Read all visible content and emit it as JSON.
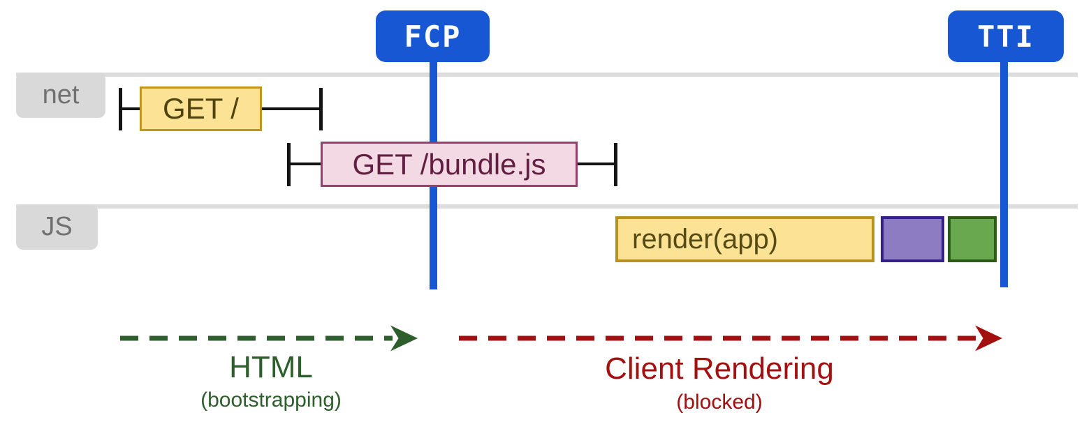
{
  "markers": {
    "fcp": {
      "label": "FCP",
      "color": "#1757d4"
    },
    "tti": {
      "label": "TTI",
      "color": "#1757d4"
    }
  },
  "tracks": {
    "net": {
      "label": "net"
    },
    "js": {
      "label": "JS"
    }
  },
  "network_requests": {
    "get_root": {
      "label": "GET /",
      "fill": "#fce294",
      "border": "#c2961d"
    },
    "get_bundle": {
      "label": "GET /bundle.js",
      "fill": "#f2d9e3",
      "border": "#97406c"
    }
  },
  "js_tasks": {
    "render_app": {
      "label": "render(app)",
      "fill": "#fce294",
      "border": "#b9921d"
    },
    "task_2": {
      "label": "",
      "fill": "#8e7cc3",
      "border": "#33208a"
    },
    "task_3": {
      "label": "",
      "fill": "#69a84f",
      "border": "#2a5c16"
    }
  },
  "phases": {
    "html": {
      "label": "HTML",
      "sublabel": "(bootstrapping)",
      "color": "#2d5e2b"
    },
    "client_rendering": {
      "label": "Client Rendering",
      "sublabel": "(blocked)",
      "color": "#a31010"
    }
  }
}
